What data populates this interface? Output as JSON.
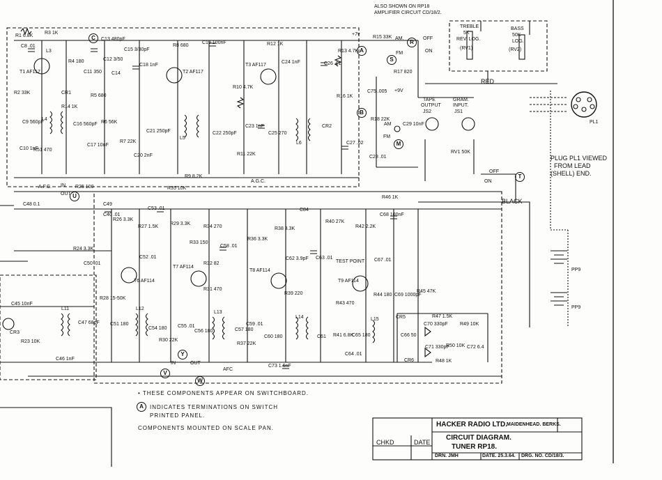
{
  "header": {
    "also_shown_1": "ALSO SHOWN ON RP18",
    "also_shown_2": "AMPLIFIER CIRCUIT CD/18/2.",
    "treble_1": "TREBLE",
    "treble_2": "5K",
    "treble_3": "REV. LOG.",
    "treble_4": "(RV1)",
    "bass_1": "BASS",
    "bass_2": "50K",
    "bass_3": "LOG.",
    "bass_4": "(RV2)",
    "red": "RED",
    "black": "BLACK",
    "plug_1": "PLUG PL1 VIEWED",
    "plug_2": "FROM LEAD",
    "plug_3": "(SHELL) END.",
    "pl1": "PL1",
    "pp9a": "PP9",
    "pp9b": "PP9",
    "off1": "OFF",
    "on1": "ON",
    "off2": "OFF",
    "on2": "ON",
    "am1": "AM.",
    "fm1": "FM",
    "am2": "AM",
    "fm2": "FM",
    "tape_1": "TAPE",
    "tape_2": "OUTPUT",
    "tape_3": "JS2",
    "gram_1": "GRAM.",
    "gram_2": "INPUT.",
    "gram_3": "JS1",
    "plus7": "+7v",
    "plus9": "+9V",
    "agc": "A.G.C.",
    "afc": "A.F.C.",
    "afc2": "AFC",
    "in1": "IN",
    "out1": "OUT",
    "in2": "IN",
    "out2": "OUT",
    "test_point": "TEST POINT"
  },
  "circle_labels": [
    "A",
    "B",
    "C",
    "R",
    "S",
    "M",
    "T",
    "U",
    "V",
    "W",
    "Y"
  ],
  "components_top": [
    "R1 6.8K",
    "R3 1K",
    "C8 .01",
    "T1 AF117",
    "R2 33K",
    "L3",
    "R4 180",
    "C13 480pF",
    "C12 3/50",
    "C11 350",
    "C15 3/30pF",
    "C14",
    "C18 1nF",
    "R8 680",
    "T2 AF117",
    "C19 100nF",
    "R12 1K",
    "C24 1nF",
    "T3 AF117",
    "R10 4.7K",
    "R13 4.7K",
    "C26 .01",
    "R16 1K",
    "C21 250pF",
    "L5",
    "C22 250pF",
    "C23 1nF",
    "R11 22K",
    "C25 270",
    "L6",
    "CR2",
    "C27 .02",
    "CR1",
    "R5 680",
    "C9 560pF",
    "L4",
    "C16 560pF",
    "R6 56K",
    "C17 10nF",
    "R7 22K",
    "C20 2nF",
    "C10 1nF",
    "R51 470",
    "R9 8.2K",
    "R15 33K",
    "R17 820",
    "C75 .005",
    "R18 22K",
    "C29 10nF",
    "C28 .01",
    "RV1 50K",
    "R46 1K",
    "R14 1K"
  ],
  "components_bottom": [
    "R25 100",
    "C49",
    "C48 0.1",
    "R35 10K",
    "C40 .01",
    "C53 .01",
    "C84",
    "R26 3.3K",
    "R27 1.5K",
    "R29 3.3K",
    "R34 270",
    "R33 150",
    "C58 .01",
    "R36 3.3K",
    "R38 3.3K",
    "R40 27K",
    "R42 2.2K",
    "C68 100nF",
    "R24 3.3K",
    "C50 .01",
    "C52 .01",
    "T6 AF114",
    "R32 82",
    "T7 AF114",
    "T8 AF114",
    "C62 3.9pF",
    "C63 .01",
    "T9 AF114",
    "C67 .01",
    "R28 15-50K",
    "R31 470",
    "R39 220",
    "R43 470",
    "R44 180",
    "C69 1000pF",
    "R45 47K",
    "C45 10nF",
    "L11",
    "C47 68pF",
    "C51 180",
    "L12",
    "C54 180",
    "C55 .01",
    "R30 22K",
    "C56 180",
    "L13",
    "C57 180",
    "C59 .01",
    "R37 22K",
    "C60 180",
    "L14",
    "C61",
    "R41 6.8K",
    "C65 180",
    "L15",
    "C66 50",
    "CR5",
    "CR6",
    "C70 330pF",
    "R47 1.5K",
    "R49 10K",
    "C71 330pF",
    "R50 10K",
    "C72 6.4",
    "R48 1K",
    "C64 .01",
    "C46 1nF",
    "CR3",
    "R23 10K",
    "C73 1.6nF"
  ],
  "notes": {
    "n1": "• THESE COMPONENTS APPEAR ON SWITCHBOARD.",
    "n2a": "INDICATES TERMINATIONS ON SWITCH",
    "n2b": "PRINTED PANEL.",
    "n3": "COMPONENTS MOUNTED ON SCALE PAN."
  },
  "title_block": {
    "company": "HACKER RADIO LTD.",
    "location": "MAIDENHEAD. BERKS.",
    "title1": "CIRCUIT DIAGRAM.",
    "title2": "TUNER RP18.",
    "chkd": "CHKD",
    "date_lbl": "DATE",
    "drn": "DRN. JMH",
    "date": "DATE. 25.3.64.",
    "drg": "DRG. NO. CD/18/3."
  }
}
